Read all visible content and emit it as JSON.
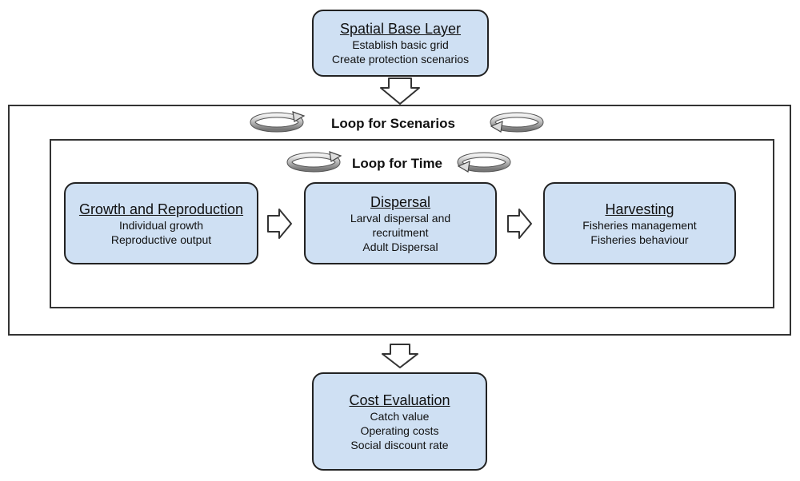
{
  "nodes": {
    "spatial": {
      "title": "Spatial Base Layer",
      "lines": [
        "Establish basic grid",
        "Create protection scenarios"
      ]
    },
    "growth": {
      "title": "Growth and Reproduction",
      "lines": [
        "Individual growth",
        "Reproductive output"
      ]
    },
    "dispersal": {
      "title": "Dispersal",
      "lines": [
        "Larval dispersal and",
        "recruitment",
        "Adult Dispersal"
      ]
    },
    "harvesting": {
      "title": "Harvesting",
      "lines": [
        "Fisheries management",
        "Fisheries behaviour"
      ]
    },
    "cost": {
      "title": "Cost Evaluation",
      "lines": [
        "Catch value",
        "Operating costs",
        "Social discount rate"
      ]
    }
  },
  "loops": {
    "scenarios": "Loop for Scenarios",
    "time": "Loop for Time"
  }
}
